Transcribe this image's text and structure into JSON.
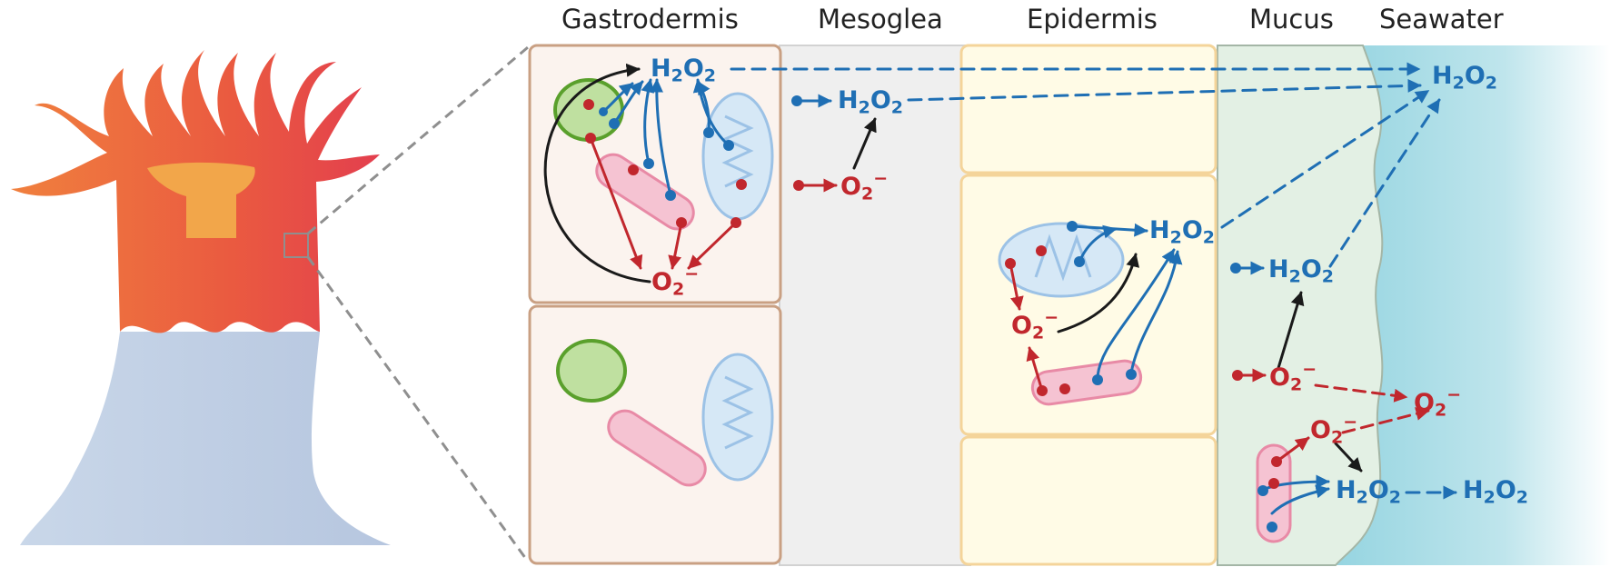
{
  "headers": {
    "gastrodermis": "Gastrodermis",
    "mesoglea": "Mesoglea",
    "epidermis": "Epidermis",
    "mucus": "Mucus",
    "seawater": "Seawater"
  },
  "species": {
    "h2o2": {
      "symbol": "H",
      "sub": "2",
      "mid": "O",
      "sub2": "2",
      "sup": ""
    },
    "o2_minus": {
      "symbol": "O",
      "sub": "2",
      "mid": "",
      "sub2": "",
      "sup": "−"
    }
  },
  "colors": {
    "h2o2": "#1f6fb4",
    "superoxide": "#c1272d",
    "conversion": "#1a1a1a",
    "gastrodermis_cell": "#fbf3ee",
    "gastrodermis_border": "#c9a083",
    "mesoglea": "#efefef",
    "epidermis_cell": "#fffbe6",
    "epidermis_border": "#f4d49a",
    "mucus": "#e3f0e4",
    "seawater": "#7fcbd9",
    "symbiont": "#bfe0a0",
    "mitochondrion": "#d6e8f6",
    "organelle": "#f5c3d2"
  },
  "icons": {
    "anemone": "sea-anemone-illustration",
    "zoom_box": "zoom-box-icon"
  }
}
